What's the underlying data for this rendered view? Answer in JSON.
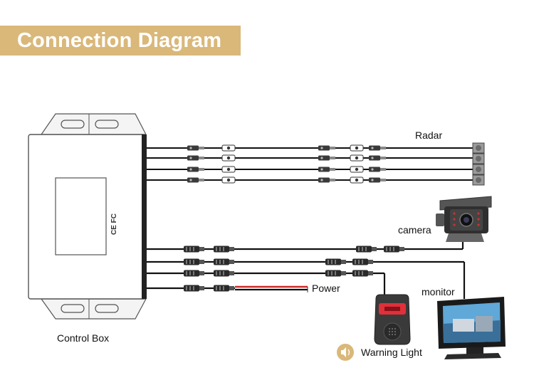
{
  "header": {
    "title": "Connection Diagram",
    "banner_color": "#d9b87a"
  },
  "diagram": {
    "control_box_label": "Control Box",
    "control_box_marks": "CE FC",
    "radar_label": "Radar",
    "camera_label": "camera",
    "power_label": "Power",
    "monitor_label": "monitor",
    "warning_light_label": "Warning Light",
    "icons": [
      "control-box",
      "radar-sensor",
      "camera",
      "monitor",
      "warning-light",
      "speaker-icon"
    ],
    "colors": {
      "wire": "#111111",
      "power_red": "#cc2a2a",
      "accent": "#d9b87a"
    }
  }
}
